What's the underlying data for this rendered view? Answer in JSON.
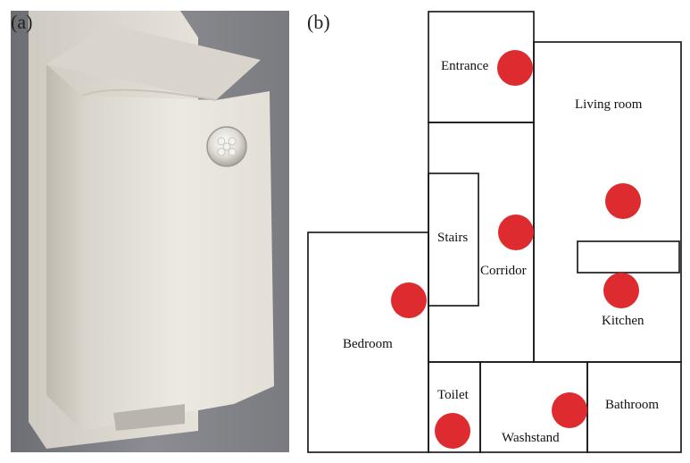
{
  "panels": {
    "a": "(a)",
    "b": "(b)"
  },
  "rooms": {
    "entrance": "Entrance",
    "living_room": "Living room",
    "stairs": "Stairs",
    "corridor": "Corridor",
    "bedroom": "Bedroom",
    "kitchen": "Kitchen",
    "toilet": "Toilet",
    "washstand": "Washstand",
    "bathroom": "Bathroom"
  },
  "colors": {
    "sensor": "#dd2b2f",
    "wall": "#111111",
    "device_body": "#e9e6df"
  },
  "sensor_locations": [
    "entrance",
    "living_room",
    "corridor",
    "bedroom",
    "kitchen",
    "washstand",
    "toilet"
  ]
}
